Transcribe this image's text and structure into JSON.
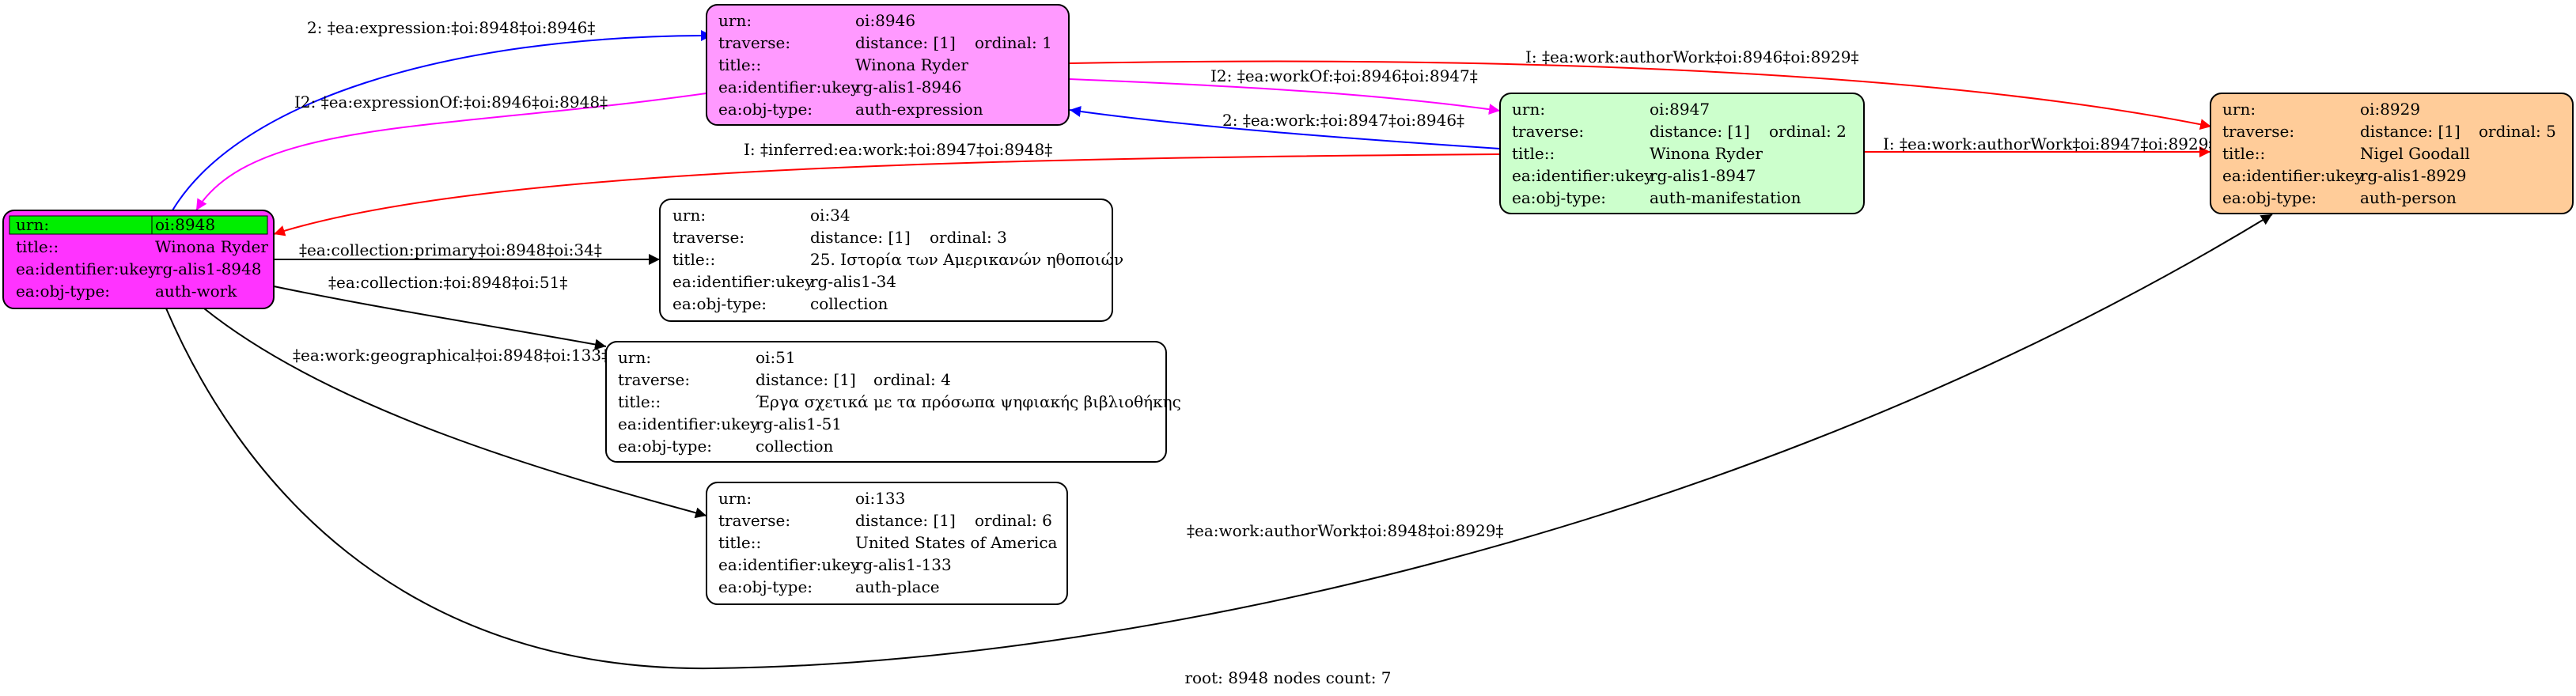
{
  "colors": {
    "blue": "#0000ff",
    "magenta": "#ff00ff",
    "red": "#ff0000",
    "black": "#000000",
    "root_fill": "#ff33ff",
    "root_highlight": "#00ee00",
    "expression_fill": "#ff99ff",
    "manifestation_fill": "#ccffcc",
    "person_fill": "#ffcc99",
    "collection_fill": "#ffffff"
  },
  "nodes": {
    "root": {
      "rows": [
        {
          "key": "urn:",
          "val": "oi:8948"
        },
        {
          "key": "title::",
          "val": "Winona Ryder"
        },
        {
          "key": "ea:identifier:ukey",
          "val": "rg-alis1-8948"
        },
        {
          "key": "ea:obj-type:",
          "val": "auth-work"
        }
      ]
    },
    "expression": {
      "rows": [
        {
          "key": "urn:",
          "val": "oi:8946"
        },
        {
          "key": "traverse:",
          "val": "distance: [1]",
          "extra": "ordinal: 1"
        },
        {
          "key": "title::",
          "val": "Winona Ryder"
        },
        {
          "key": "ea:identifier:ukey",
          "val": "rg-alis1-8946"
        },
        {
          "key": "ea:obj-type:",
          "val": "auth-expression"
        }
      ]
    },
    "manifestation": {
      "rows": [
        {
          "key": "urn:",
          "val": "oi:8947"
        },
        {
          "key": "traverse:",
          "val": "distance: [1]",
          "extra": "ordinal: 2"
        },
        {
          "key": "title::",
          "val": "Winona Ryder"
        },
        {
          "key": "ea:identifier:ukey",
          "val": "rg-alis1-8947"
        },
        {
          "key": "ea:obj-type:",
          "val": "auth-manifestation"
        }
      ]
    },
    "person": {
      "rows": [
        {
          "key": "urn:",
          "val": "oi:8929"
        },
        {
          "key": "traverse:",
          "val": "distance: [1]",
          "extra": "ordinal: 5"
        },
        {
          "key": "title::",
          "val": "Nigel Goodall"
        },
        {
          "key": "ea:identifier:ukey",
          "val": "rg-alis1-8929"
        },
        {
          "key": "ea:obj-type:",
          "val": "auth-person"
        }
      ]
    },
    "coll34": {
      "rows": [
        {
          "key": "urn:",
          "val": "oi:34"
        },
        {
          "key": "traverse:",
          "val": "distance: [1]",
          "extra": "ordinal: 3"
        },
        {
          "key": "title::",
          "val": "25. Ιστορία των Αμερικανών ηθοποιών"
        },
        {
          "key": "ea:identifier:ukey",
          "val": "rg-alis1-34"
        },
        {
          "key": "ea:obj-type:",
          "val": "collection"
        }
      ]
    },
    "coll51": {
      "rows": [
        {
          "key": "urn:",
          "val": "oi:51"
        },
        {
          "key": "traverse:",
          "val": "distance: [1]",
          "extra": "ordinal: 4"
        },
        {
          "key": "title::",
          "val": "Έργα σχετικά με τα πρόσωπα ψηφιακής βιβλιοθήκης"
        },
        {
          "key": "ea:identifier:ukey",
          "val": "rg-alis1-51"
        },
        {
          "key": "ea:obj-type:",
          "val": "collection"
        }
      ]
    },
    "place133": {
      "rows": [
        {
          "key": "urn:",
          "val": "oi:133"
        },
        {
          "key": "traverse:",
          "val": "distance: [1]",
          "extra": "ordinal: 6"
        },
        {
          "key": "title::",
          "val": "United States of America"
        },
        {
          "key": "ea:identifier:ukey",
          "val": "rg-alis1-133"
        },
        {
          "key": "ea:obj-type:",
          "val": "auth-place"
        }
      ]
    }
  },
  "edges": {
    "root_to_expression": "2: ‡ea:expression:‡oi:8948‡oi:8946‡",
    "expression_to_root": "I2: ‡ea:expressionOf:‡oi:8946‡oi:8948‡",
    "expression_to_person": "I: ‡ea:work:authorWork‡oi:8946‡oi:8929‡",
    "expression_to_manifestation": "I2: ‡ea:workOf:‡oi:8946‡oi:8947‡",
    "manifestation_to_expression": "2: ‡ea:work:‡oi:8947‡oi:8946‡",
    "manifestation_to_root": "I: ‡inferred:ea:work:‡oi:8947‡oi:8948‡",
    "manifestation_to_person": "I: ‡ea:work:authorWork‡oi:8947‡oi:8929‡",
    "root_to_coll34": "‡ea:collection:primary‡oi:8948‡oi:34‡",
    "root_to_coll51": "‡ea:collection:‡oi:8948‡oi:51‡",
    "root_to_place133": "‡ea:work:geographical‡oi:8948‡oi:133‡",
    "root_to_person": "‡ea:work:authorWork‡oi:8948‡oi:8929‡"
  },
  "footer": "root: 8948 nodes count: 7"
}
